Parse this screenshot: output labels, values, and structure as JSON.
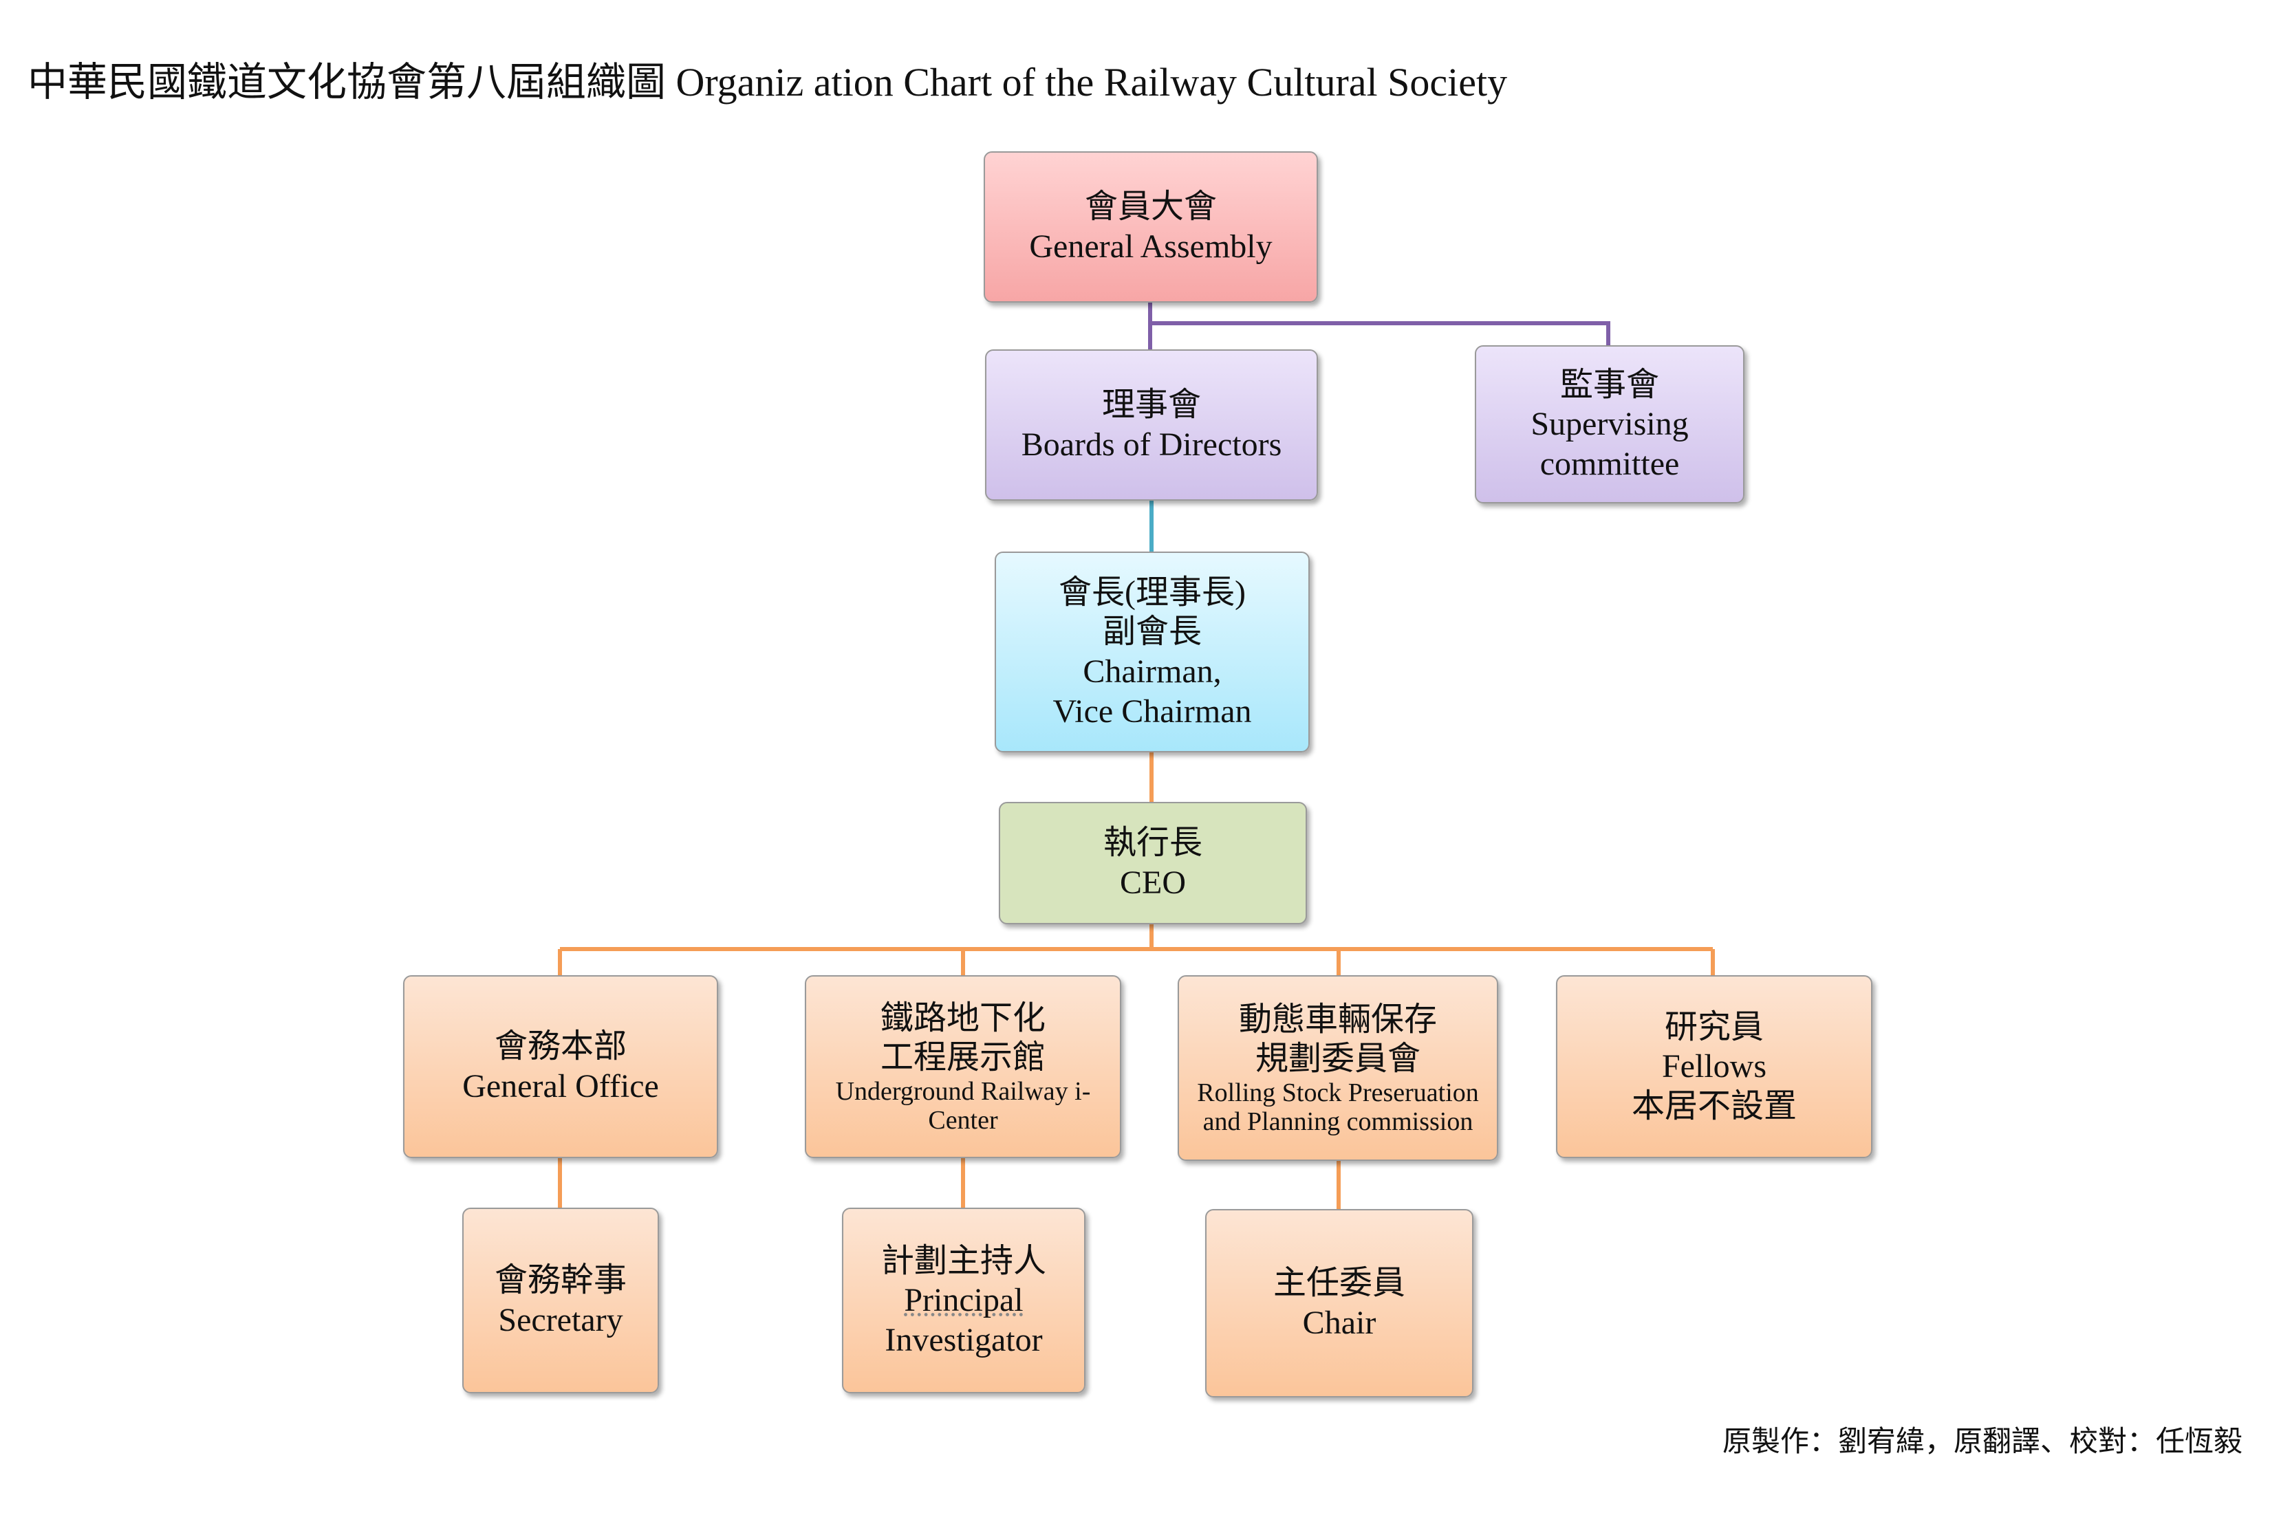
{
  "title": "中華民國鐵道文化協會第八屆組織圖 Organiz ation Chart of the Railway Cultural Society",
  "credits": "原製作：劉宥緯，原翻譯、校對：任恆毅",
  "colors": {
    "assembly": "#f7a6a6",
    "boards": "#cfc0ea",
    "chairman": "#a8e7fb",
    "ceo": "#d7e4bd",
    "departments": "#fbc59a",
    "line_purple": "#7f5fa8",
    "line_teal": "#4bacc6",
    "line_orange": "#f59d56"
  },
  "nodes": {
    "general_assembly": {
      "zh": "會員大會",
      "en": "General Assembly"
    },
    "boards_of_directors": {
      "zh": "理事會",
      "en": "Boards of Directors"
    },
    "supervising": {
      "zh": "監事會",
      "en1": "Supervising",
      "en2": "committee"
    },
    "chairman": {
      "zh1": "會長(理事長)",
      "zh2": "副會長",
      "en1": "Chairman,",
      "en2": "Vice Chairman"
    },
    "ceo": {
      "zh": "執行長",
      "en": "CEO"
    },
    "general_office": {
      "zh": "會務本部",
      "en": "General Office"
    },
    "underground": {
      "zh1": "鐵路地下化",
      "zh2": "工程展示館",
      "en1": "Underground Railway i-",
      "en2": "Center"
    },
    "rolling_stock": {
      "zh1": "動態車輛保存",
      "zh2": "規劃委員會",
      "en1": "Rolling Stock Preseruation",
      "en2": "and Planning commission"
    },
    "fellows": {
      "zh": "研究員",
      "en": "Fellows",
      "note": "本居不設置"
    },
    "secretary": {
      "zh": "會務幹事",
      "en": "Secretary"
    },
    "principal": {
      "zh": "計劃主持人",
      "en1": "Principal",
      "en2": "Investigator"
    },
    "chair": {
      "zh": "主任委員",
      "en": "Chair"
    }
  }
}
